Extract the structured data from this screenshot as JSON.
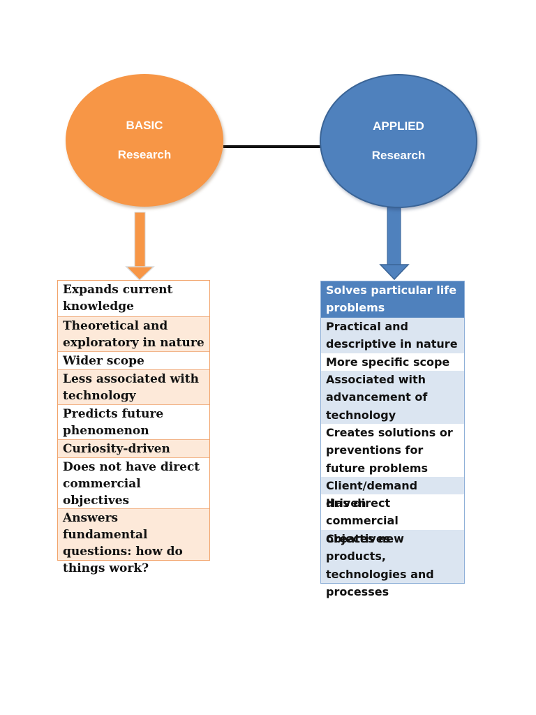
{
  "basic": {
    "title_line1": "BASIC",
    "title_line2": "Research",
    "color": "#f79646",
    "items": [
      "Expands current knowledge",
      "Theoretical and exploratory in nature",
      "Wider scope",
      "Less associated with technology",
      "Predicts future phenomenon",
      "Curiosity-driven",
      "Does not have direct commercial objectives",
      "Answers fundamental questions: how do things work?"
    ]
  },
  "applied": {
    "title_line1": "APPLIED",
    "title_line2": "Research",
    "color": "#4f81bd",
    "items": [
      "Solves particular life problems",
      "Practical and descriptive in nature",
      "More specific scope",
      "Associated with advancement of technology",
      "Creates solutions or preventions for future problems",
      "Client/demand driven",
      "Has direct commercial objectives",
      "Creates new products, technologies and processes"
    ]
  }
}
